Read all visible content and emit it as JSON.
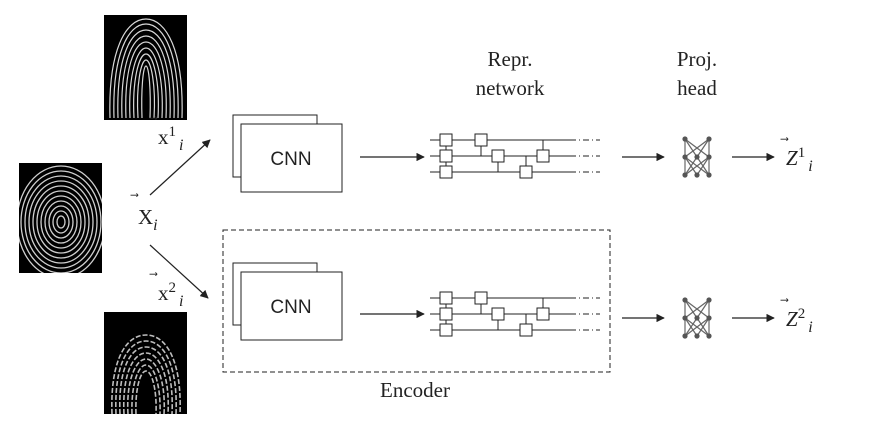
{
  "labels": {
    "repr_line1": "Repr.",
    "repr_line2": "network",
    "proj_line1": "Proj.",
    "proj_line2": "head",
    "encoder": "Encoder"
  },
  "cnn": {
    "top": "CNN",
    "bottom": "CNN"
  },
  "math": {
    "input": {
      "vec": "⃗",
      "base": "X",
      "sub": "i"
    },
    "view1": {
      "vec": "⃗",
      "base": "x",
      "sup": "1",
      "sub": "i"
    },
    "view2": {
      "vec": "⃗",
      "base": "x",
      "sup": "2",
      "sub": "i"
    },
    "out1": {
      "vec": "⃗",
      "base": "Z",
      "sup": "1",
      "sub": "i"
    },
    "out2": {
      "vec": "⃗",
      "base": "Z",
      "sup": "2",
      "sub": "i"
    }
  },
  "images": {
    "center": "fingerprint-image",
    "top": "fingerprint-image-augmented",
    "bottom": "fingerprint-image-augmented"
  },
  "colors": {
    "stroke": "#222222",
    "image_bg": "#000000",
    "image_ridge": "#d8d8d8"
  }
}
